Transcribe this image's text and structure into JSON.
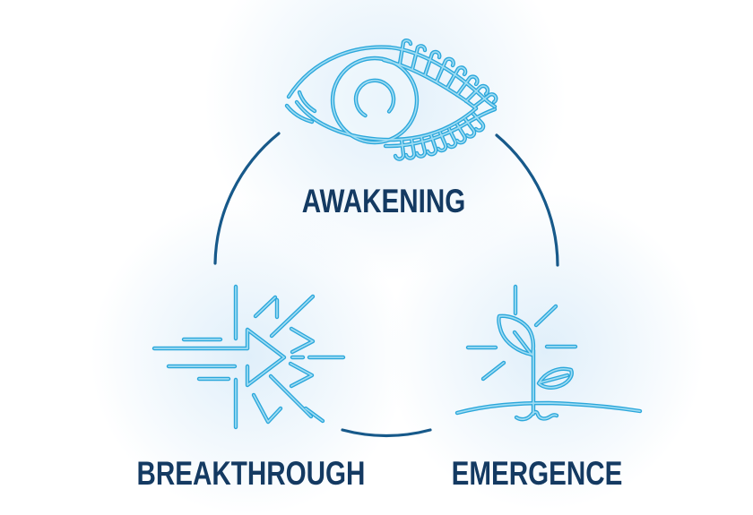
{
  "diagram": {
    "type": "cycle",
    "nodes": [
      {
        "id": "awakening",
        "label": "AWAKENING",
        "icon": "eye-icon"
      },
      {
        "id": "breakthrough",
        "label": "BREAKTHROUGH",
        "icon": "arrow-burst-icon"
      },
      {
        "id": "emergence",
        "label": "EMERGENCE",
        "icon": "sprout-icon"
      }
    ],
    "connectors": [
      {
        "from": "awakening",
        "to": "breakthrough",
        "shape": "arc"
      },
      {
        "from": "awakening",
        "to": "emergence",
        "shape": "arc"
      },
      {
        "from": "breakthrough",
        "to": "emergence",
        "shape": "arc"
      }
    ],
    "colors": {
      "icon_stroke": "#2ba7db",
      "icon_core": "#9edcf3",
      "arc_color": "#17598a",
      "label_color": "#143a62",
      "glow_color": "#e0effa"
    }
  }
}
